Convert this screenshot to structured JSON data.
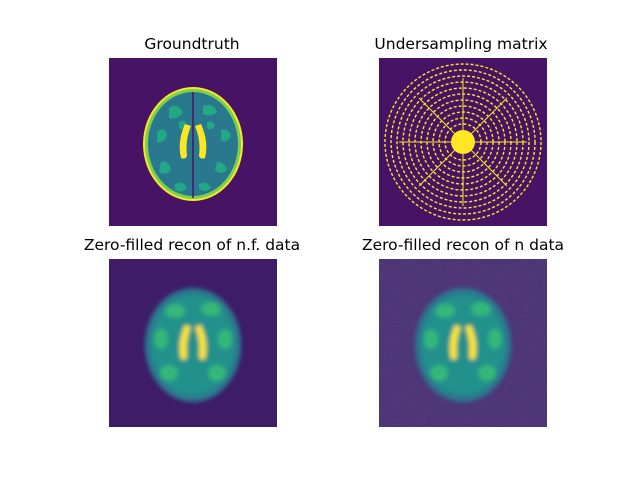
{
  "figure": {
    "panels": [
      {
        "title": "Groundtruth",
        "image": "brain-mri-axial-slice"
      },
      {
        "title": "Undersampling matrix",
        "image": "radial-undersampling-mask"
      },
      {
        "title": "Zero-filled recon of n.f. data",
        "image": "brain-mri-blurred-reconstruction"
      },
      {
        "title": "Zero-filled recon of n data",
        "image": "brain-mri-blurred-noisy-reconstruction"
      }
    ]
  },
  "colors": {
    "background": "#471364",
    "mid": "#2a788e",
    "teal": "#22a884",
    "green": "#7ad151",
    "yellow": "#fde725"
  }
}
